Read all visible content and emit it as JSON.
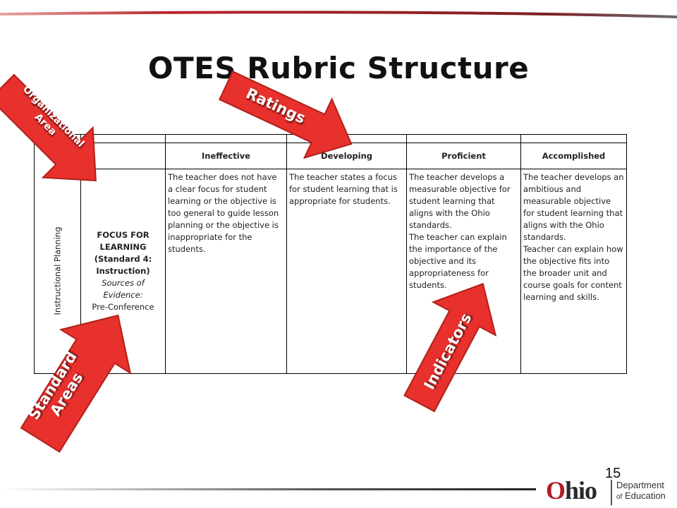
{
  "slide": {
    "title": "OTES Rubric Structure",
    "page_number": "15"
  },
  "table": {
    "headers": [
      "Ineffective",
      "Developing",
      "Proficient",
      "Accomplished"
    ],
    "organizational_area": "Instructional Planning",
    "standard": {
      "line1": "FOCUS FOR",
      "line2": "LEARNING",
      "line3": "(Standard 4:",
      "line4": "Instruction)",
      "line5": "Sources of",
      "line6": "Evidence:",
      "line7": "Pre-Conference"
    },
    "cells": [
      "The teacher does not have a clear focus for student learning or the objective is too general to guide lesson planning or the objective is inappropriate for the students.",
      "The teacher states a focus for student learning that is appropriate for students.",
      "The teacher develops a measurable objective for student learning that aligns with the Ohio standards.\nThe teacher can explain the importance of the objective and its appropriateness for students.",
      "The teacher develops an ambitious and measurable objective for student learning that aligns with the Ohio standards.\nTeacher can explain how the objective fits into the broader unit and course goals for content learning and skills."
    ]
  },
  "callouts": {
    "organizational_area": "Organizational Area",
    "organizational_line1": "Organizational",
    "organizational_line2": "Area",
    "ratings": "Ratings",
    "standard_line1": "Standard",
    "standard_line2": "Areas",
    "indicators": "Indicators"
  },
  "logo": {
    "brand": "Ohio",
    "dept_line1": "Department",
    "dept_of": "of",
    "dept_line2": "Education"
  },
  "colors": {
    "arrow_red": "#e8302c",
    "arrow_dark": "#b0211c",
    "top_rule": "#c9272c",
    "brand_red": "#b31c24"
  }
}
